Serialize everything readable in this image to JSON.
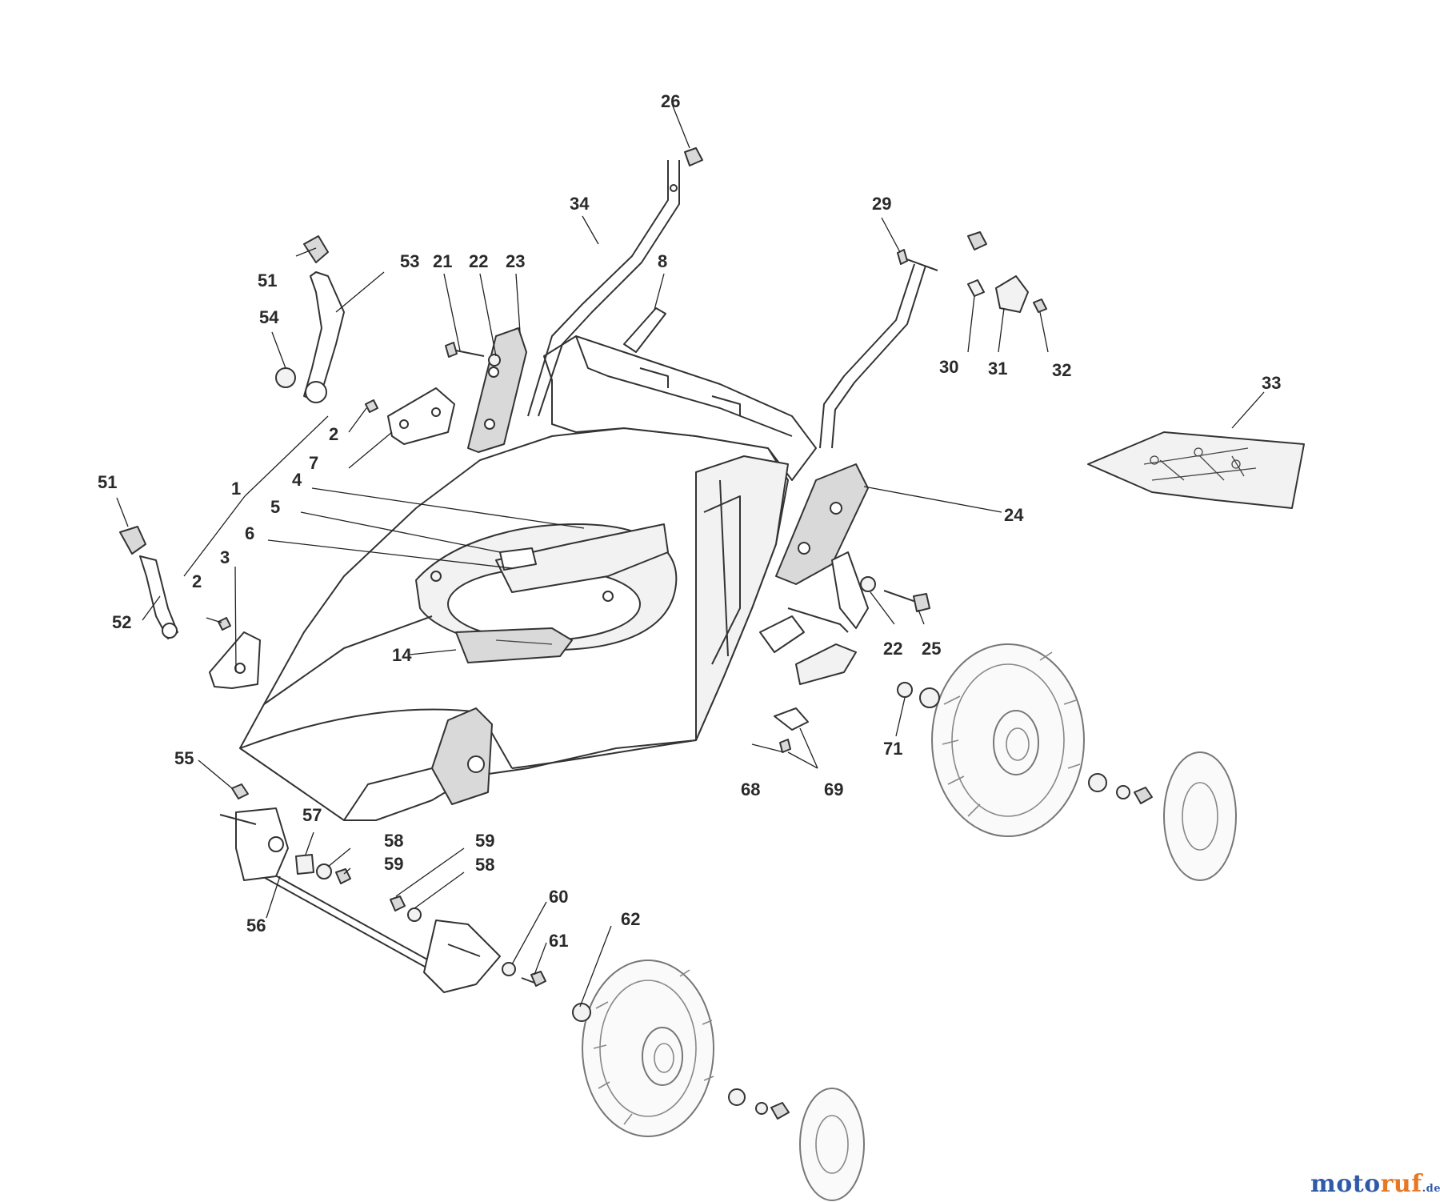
{
  "labels": {
    "l1": "1",
    "l2a": "2",
    "l2b": "2",
    "l3": "3",
    "l4": "4",
    "l5": "5",
    "l6": "6",
    "l7": "7",
    "l8": "8",
    "l14": "14",
    "l21": "21",
    "l22a": "22",
    "l22b": "22",
    "l23": "23",
    "l24": "24",
    "l25": "25",
    "l26": "26",
    "l29": "29",
    "l30": "30",
    "l31": "31",
    "l32": "32",
    "l33": "33",
    "l34": "34",
    "l51a": "51",
    "l51b": "51",
    "l52": "52",
    "l53": "53",
    "l54": "54",
    "l55": "55",
    "l56": "56",
    "l57": "57",
    "l58a": "58",
    "l58b": "58",
    "l59a": "59",
    "l59b": "59",
    "l60": "60",
    "l61": "61",
    "l62": "62",
    "l68": "68",
    "l69": "69",
    "l71": "71"
  },
  "watermark": {
    "part1": "moto",
    "part2": "ruf",
    "part3": ".de"
  }
}
